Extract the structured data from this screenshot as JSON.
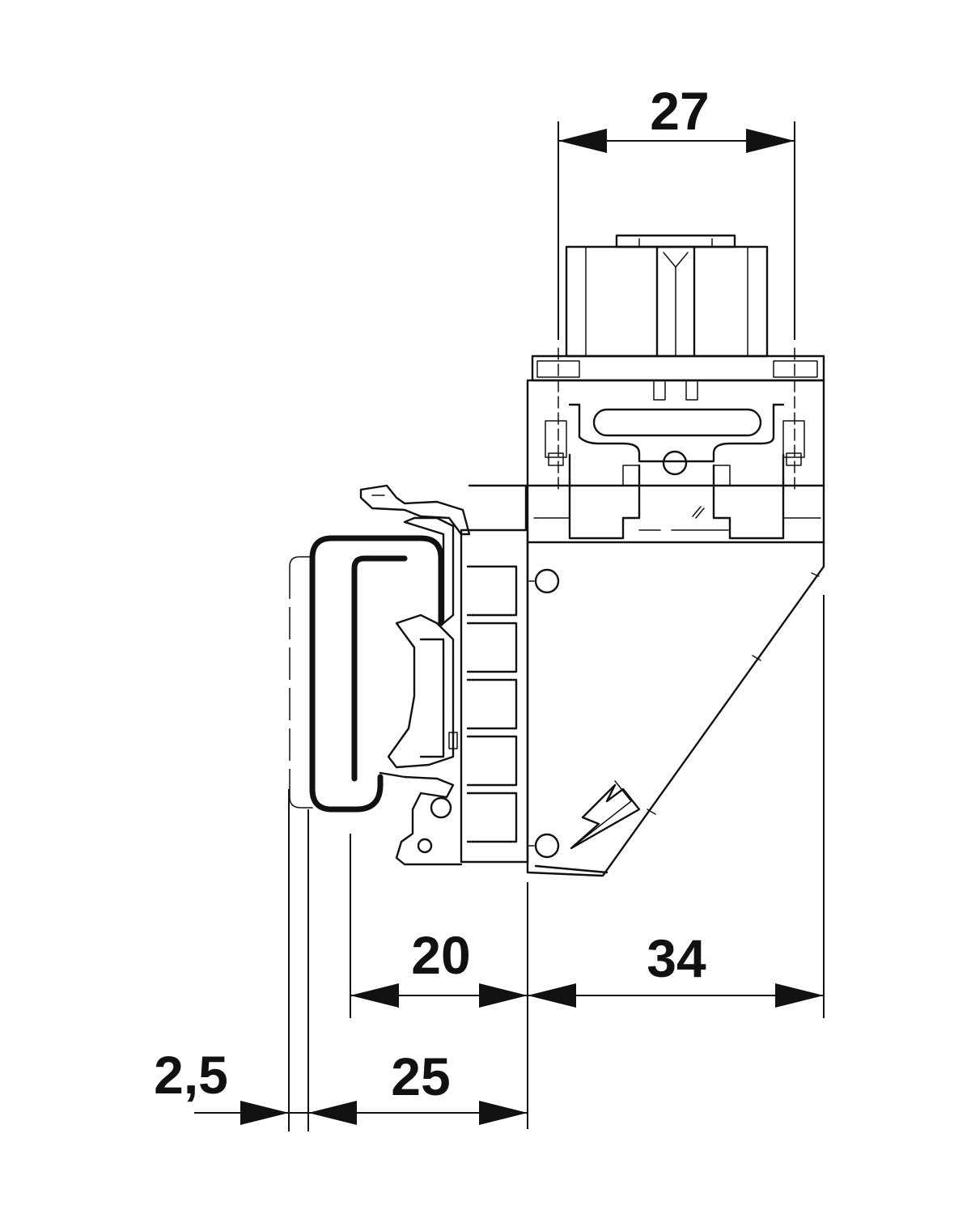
{
  "diagram": {
    "dimensions": {
      "width_top": "27",
      "depth_front": "20",
      "depth_rear": "34",
      "rail_offset": "2,5",
      "base_depth": "25"
    }
  }
}
